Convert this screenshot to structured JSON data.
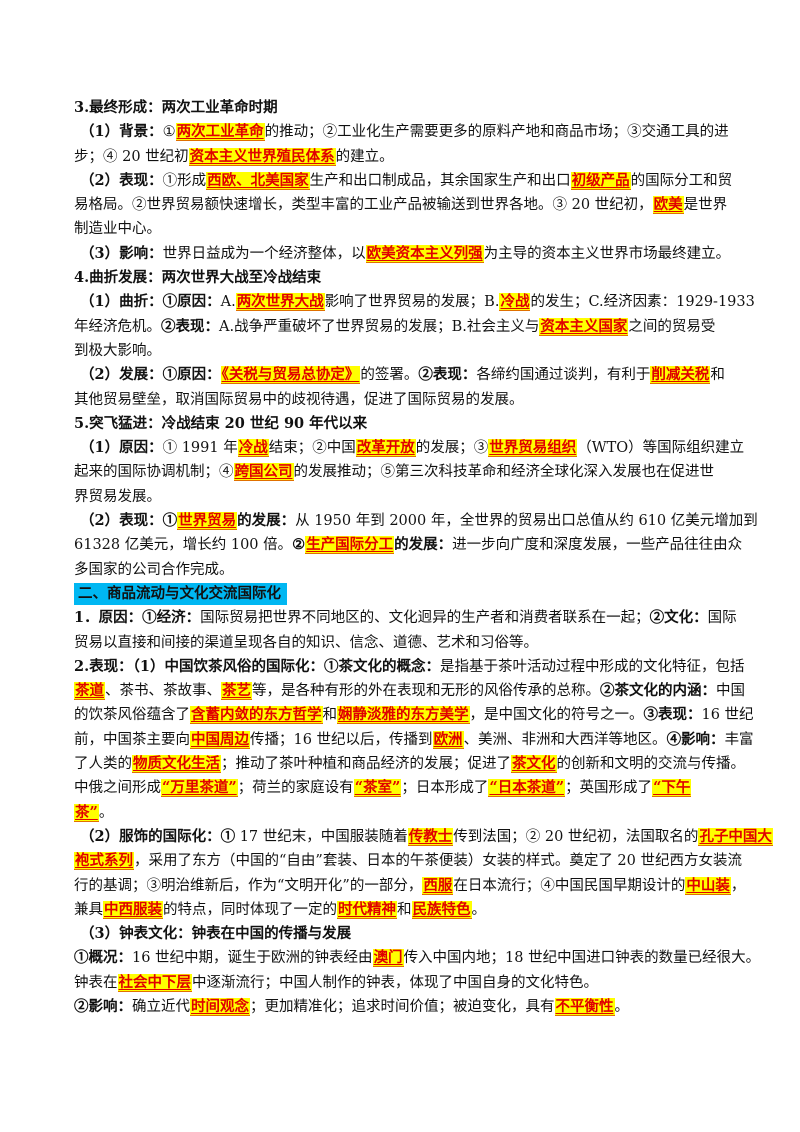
{
  "colors": {
    "highlight_bg": "#ffff00",
    "highlight_text": "#e00000",
    "banner_bg": "#00b7f2"
  },
  "lines": [
    {
      "x": 0,
      "runs": [
        {
          "s": "b",
          "t": "3.最终形成：两次工业革命时期"
        }
      ]
    },
    {
      "x": 6,
      "runs": [
        {
          "s": "b",
          "t": "（1）背景："
        },
        {
          "s": "n",
          "t": "①"
        },
        {
          "s": "h",
          "t": "两次工业革命"
        },
        {
          "s": "n",
          "t": "的推动；②工业化生产需要更多的原料产地和商品市场；③交通工具的进"
        }
      ]
    },
    {
      "x": 0,
      "runs": [
        {
          "s": "n",
          "t": "步；④ 20 世纪初"
        },
        {
          "s": "h",
          "t": "资本主义世界殖民体系"
        },
        {
          "s": "n",
          "t": "的建立。"
        }
      ]
    },
    {
      "x": 6,
      "runs": [
        {
          "s": "b",
          "t": "（2）表现："
        },
        {
          "s": "n",
          "t": "①形成"
        },
        {
          "s": "h",
          "t": "西欧、北美国家"
        },
        {
          "s": "n",
          "t": "生产和出口制成品，其余国家生产和出口"
        },
        {
          "s": "h",
          "t": "初级产品"
        },
        {
          "s": "n",
          "t": "的国际分工和贸"
        }
      ]
    },
    {
      "x": 0,
      "runs": [
        {
          "s": "n",
          "t": "易格局。②世界贸易额快速增长，类型丰富的工业产品被输送到世界各地。③ 20 世纪初，"
        },
        {
          "s": "h",
          "t": "欧美"
        },
        {
          "s": "n",
          "t": "是世界"
        }
      ]
    },
    {
      "x": 0,
      "runs": [
        {
          "s": "n",
          "t": "制造业中心。"
        }
      ]
    },
    {
      "x": 6,
      "runs": [
        {
          "s": "b",
          "t": "（3）影响："
        },
        {
          "s": "n",
          "t": "世界日益成为一个经济整体，以"
        },
        {
          "s": "h",
          "t": "欧美资本主义列强"
        },
        {
          "s": "n",
          "t": "为主导的资本主义世界市场最终建立。"
        }
      ]
    },
    {
      "x": 0,
      "runs": [
        {
          "s": "b",
          "t": "4.曲折发展：两次世界大战至冷战结束"
        }
      ]
    },
    {
      "x": 6,
      "runs": [
        {
          "s": "b",
          "t": "（1）曲折：①原因："
        },
        {
          "s": "n",
          "t": "A."
        },
        {
          "s": "h",
          "t": "两次世界大战"
        },
        {
          "s": "n",
          "t": "影响了世界贸易的发展；B."
        },
        {
          "s": "h",
          "t": "冷战"
        },
        {
          "s": "n",
          "t": "的发生；C.经济因素：1929-1933"
        }
      ]
    },
    {
      "x": 0,
      "runs": [
        {
          "s": "n",
          "t": "年经济危机。"
        },
        {
          "s": "b",
          "t": "②表现："
        },
        {
          "s": "n",
          "t": "A.战争严重破坏了世界贸易的发展；B.社会主义与"
        },
        {
          "s": "h",
          "t": "资本主义国家"
        },
        {
          "s": "n",
          "t": "之间的贸易受"
        }
      ]
    },
    {
      "x": 0,
      "runs": [
        {
          "s": "n",
          "t": "到极大影响。"
        }
      ]
    },
    {
      "x": 6,
      "runs": [
        {
          "s": "b",
          "t": "（2）发展：①原因："
        },
        {
          "s": "h",
          "t": "《关税与贸易总协定》"
        },
        {
          "s": "n",
          "t": "的签署。"
        },
        {
          "s": "b",
          "t": "②表现："
        },
        {
          "s": "n",
          "t": "各缔约国通过谈判，有利于"
        },
        {
          "s": "h",
          "t": "削减关税"
        },
        {
          "s": "n",
          "t": "和"
        }
      ]
    },
    {
      "x": 0,
      "runs": [
        {
          "s": "n",
          "t": "其他贸易壁垒，取消国际贸易中的歧视待遇，促进了国际贸易的发展。"
        }
      ]
    },
    {
      "x": 0,
      "runs": [
        {
          "s": "b",
          "t": "5.突飞猛进：冷战结束 20 世纪 90 年代以来"
        }
      ]
    },
    {
      "x": 6,
      "runs": [
        {
          "s": "b",
          "t": "（1）原因："
        },
        {
          "s": "n",
          "t": "① 1991 年"
        },
        {
          "s": "h",
          "t": "冷战"
        },
        {
          "s": "n",
          "t": "结束；②中国"
        },
        {
          "s": "h",
          "t": "改革开放"
        },
        {
          "s": "n",
          "t": "的发展；③"
        },
        {
          "s": "h",
          "t": "世界贸易组织"
        },
        {
          "s": "n",
          "t": "（WTO）等国际组织建立"
        }
      ]
    },
    {
      "x": 0,
      "runs": [
        {
          "s": "n",
          "t": "起来的国际协调机制；④"
        },
        {
          "s": "h",
          "t": "跨国公司"
        },
        {
          "s": "n",
          "t": "的发展推动；⑤第三次科技革命和经济全球化深入发展也在促进世"
        }
      ]
    },
    {
      "x": 0,
      "runs": [
        {
          "s": "n",
          "t": "界贸易发展。"
        }
      ]
    },
    {
      "x": 6,
      "runs": [
        {
          "s": "b",
          "t": "（2）表现：①"
        },
        {
          "s": "h",
          "t": "世界贸易"
        },
        {
          "s": "b",
          "t": "的发展："
        },
        {
          "s": "n",
          "t": "从 1950 年到 2000 年，全世界的贸易出口总值从约 610 亿美元增加到"
        }
      ]
    },
    {
      "x": 0,
      "runs": [
        {
          "s": "n",
          "t": "61328 亿美元，增长约 100 倍。"
        },
        {
          "s": "b",
          "t": "②"
        },
        {
          "s": "h",
          "t": "生产国际分工"
        },
        {
          "s": "b",
          "t": "的发展："
        },
        {
          "s": "n",
          "t": "进一步向广度和深度发展，一些产品往往由众"
        }
      ]
    },
    {
      "x": 0,
      "runs": [
        {
          "s": "n",
          "t": "多国家的公司合作完成。"
        }
      ]
    },
    {
      "x": 0,
      "runs": [
        {
          "s": "bn",
          "t": "二、商品流动与文化交流国际化"
        }
      ]
    },
    {
      "x": 0,
      "runs": [
        {
          "s": "b",
          "t": "1．原因：①经济："
        },
        {
          "s": "n",
          "t": "国际贸易把世界不同地区的、文化迥异的生产者和消费者联系在一起；"
        },
        {
          "s": "b",
          "t": "②文化："
        },
        {
          "s": "n",
          "t": "国际"
        }
      ]
    },
    {
      "x": 0,
      "runs": [
        {
          "s": "n",
          "t": "贸易以直接和间接的渠道呈现各自的知识、信念、道德、艺术和习俗等。"
        }
      ]
    },
    {
      "x": 0,
      "runs": [
        {
          "s": "b",
          "t": "2.表现：（1）中国饮茶风俗的国际化：①茶文化的概念："
        },
        {
          "s": "n",
          "t": "是指基于茶叶活动过程中形成的文化特征，包括"
        }
      ]
    },
    {
      "x": 0,
      "runs": [
        {
          "s": "h",
          "t": "茶道"
        },
        {
          "s": "n",
          "t": "、茶书、茶故事、"
        },
        {
          "s": "h",
          "t": "茶艺"
        },
        {
          "s": "n",
          "t": "等，是各种有形的外在表现和无形的风俗传承的总称。"
        },
        {
          "s": "b",
          "t": "②茶文化的内涵："
        },
        {
          "s": "n",
          "t": "中国"
        }
      ]
    },
    {
      "x": 0,
      "runs": [
        {
          "s": "n",
          "t": "的饮茶风俗蕴含了"
        },
        {
          "s": "h",
          "t": "含蓄内敛的东方哲学"
        },
        {
          "s": "n",
          "t": "和"
        },
        {
          "s": "h",
          "t": "娴静淡雅的东方美学"
        },
        {
          "s": "n",
          "t": "，是中国文化的符号之一。"
        },
        {
          "s": "b",
          "t": "③表现："
        },
        {
          "s": "n",
          "t": "16 世纪"
        }
      ]
    },
    {
      "x": 0,
      "runs": [
        {
          "s": "n",
          "t": "前，中国茶主要向"
        },
        {
          "s": "h",
          "t": "中国周边"
        },
        {
          "s": "n",
          "t": "传播；16 世纪以后，传播到"
        },
        {
          "s": "h",
          "t": "欧洲"
        },
        {
          "s": "n",
          "t": "、美洲、非洲和大西洋等地区。"
        },
        {
          "s": "b",
          "t": "④影响："
        },
        {
          "s": "n",
          "t": "丰富"
        }
      ]
    },
    {
      "x": 0,
      "runs": [
        {
          "s": "n",
          "t": "了人类的"
        },
        {
          "s": "h",
          "t": "物质文化生活"
        },
        {
          "s": "n",
          "t": "；推动了茶叶种植和商品经济的发展；促进了"
        },
        {
          "s": "h",
          "t": "茶文化"
        },
        {
          "s": "n",
          "t": "的创新和文明的交流与传播。"
        }
      ]
    },
    {
      "x": 0,
      "runs": [
        {
          "s": "n",
          "t": "中俄之间形成"
        },
        {
          "s": "h",
          "t": "“万里茶道”"
        },
        {
          "s": "n",
          "t": "；荷兰的家庭设有"
        },
        {
          "s": "h",
          "t": "“茶室”"
        },
        {
          "s": "n",
          "t": "；日本形成了"
        },
        {
          "s": "h",
          "t": "“日本茶道”"
        },
        {
          "s": "n",
          "t": "；英国形成了"
        },
        {
          "s": "h",
          "t": "“下午"
        }
      ]
    },
    {
      "x": 0,
      "runs": [
        {
          "s": "h",
          "t": "茶”"
        },
        {
          "s": "n",
          "t": "。"
        }
      ]
    },
    {
      "x": 6,
      "runs": [
        {
          "s": "b",
          "t": "（2）服饰的国际化：①"
        },
        {
          "s": "n",
          "t": " 17 世纪末，中国服装随着"
        },
        {
          "s": "h",
          "t": "传教士"
        },
        {
          "s": "n",
          "t": "传到法国；② 20 世纪初，法国取名的"
        },
        {
          "s": "h",
          "t": "孔子中国大"
        }
      ]
    },
    {
      "x": 0,
      "runs": [
        {
          "s": "h",
          "t": "袍式系列"
        },
        {
          "s": "n",
          "t": "，采用了东方（中国的“自由”套装、日本的午茶便装）女装的样式。奠定了 20 世纪西方女装流"
        }
      ]
    },
    {
      "x": 0,
      "runs": [
        {
          "s": "n",
          "t": "行的基调；③明治维新后，作为“文明开化”的一部分，"
        },
        {
          "s": "h",
          "t": "西服"
        },
        {
          "s": "n",
          "t": "在日本流行；④中国民国早期设计的"
        },
        {
          "s": "h",
          "t": "中山装"
        },
        {
          "s": "n",
          "t": "，"
        }
      ]
    },
    {
      "x": 0,
      "runs": [
        {
          "s": "n",
          "t": "兼具"
        },
        {
          "s": "h",
          "t": "中西服装"
        },
        {
          "s": "n",
          "t": "的特点，同时体现了一定的"
        },
        {
          "s": "h",
          "t": "时代精神"
        },
        {
          "s": "n",
          "t": "和"
        },
        {
          "s": "h",
          "t": "民族特色"
        },
        {
          "s": "n",
          "t": "。"
        }
      ]
    },
    {
      "x": 6,
      "runs": [
        {
          "s": "b",
          "t": "（3）钟表文化：钟表在中国的传播与发展"
        }
      ]
    },
    {
      "x": 0,
      "runs": [
        {
          "s": "b",
          "t": "①概况："
        },
        {
          "s": "n",
          "t": "16 世纪中期，诞生于欧洲的钟表经由"
        },
        {
          "s": "h",
          "t": "澳门"
        },
        {
          "s": "n",
          "t": "传入中国内地；18 世纪中国进口钟表的数量已经很大。"
        }
      ]
    },
    {
      "x": 0,
      "runs": [
        {
          "s": "n",
          "t": "钟表在"
        },
        {
          "s": "h",
          "t": "社会中下层"
        },
        {
          "s": "n",
          "t": "中逐渐流行；中国人制作的钟表，体现了中国自身的文化特色。"
        }
      ]
    },
    {
      "x": 0,
      "runs": [
        {
          "s": "b",
          "t": "②影响："
        },
        {
          "s": "n",
          "t": "确立近代"
        },
        {
          "s": "h",
          "t": "时间观念"
        },
        {
          "s": "n",
          "t": "；更加精准化；追求时间价值；被迫变化，具有"
        },
        {
          "s": "h",
          "t": "不平衡性"
        },
        {
          "s": "n",
          "t": "。"
        }
      ]
    }
  ]
}
